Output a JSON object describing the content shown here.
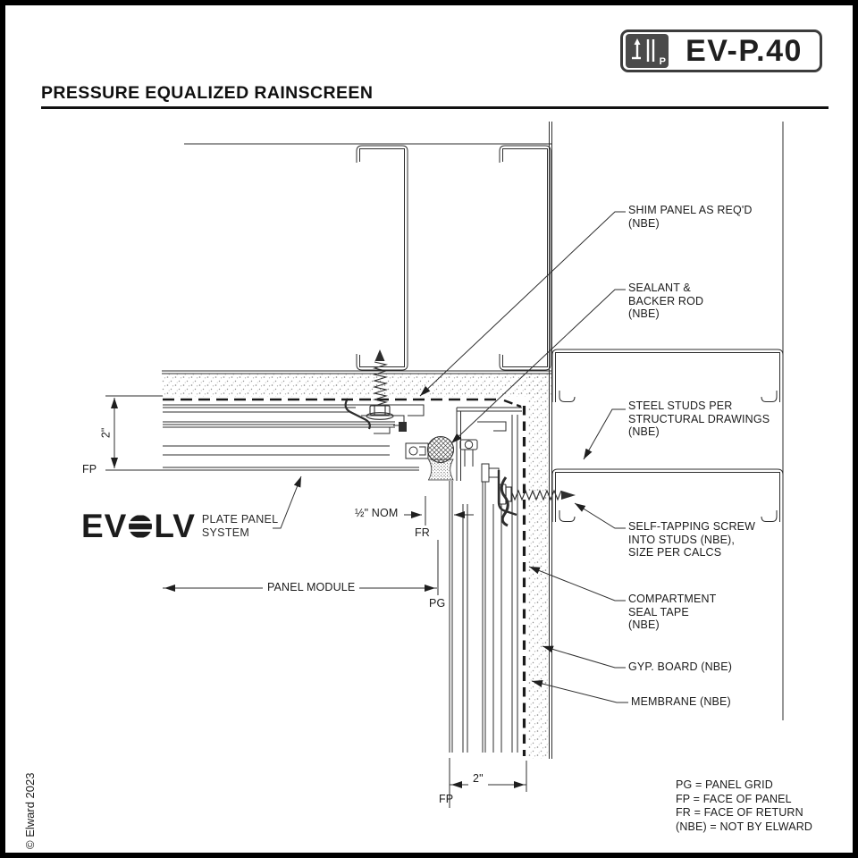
{
  "header": {
    "badge": {
      "code": "EV-P.40",
      "icon": "plate-panel-icon",
      "icon_letter": "P"
    },
    "title": "PRESSURE EQUALIZED RAINSCREEN"
  },
  "brand": {
    "wordmark_left": "EV",
    "wordmark_right": "LV",
    "tagline_line1": "PLATE PANEL",
    "tagline_line2": "SYSTEM"
  },
  "callouts": {
    "shim_panel": "SHIM PANEL AS REQ'D\n(NBE)",
    "sealant": "SEALANT &\nBACKER ROD\n(NBE)",
    "steel_studs": "STEEL STUDS PER\nSTRUCTURAL DRAWINGS\n(NBE)",
    "self_tapping_screw": "SELF-TAPPING SCREW\nINTO STUDS (NBE),\nSIZE PER CALCS",
    "compartment_seal_tape": "COMPARTMENT\nSEAL TAPE\n(NBE)",
    "gyp_board": "GYP. BOARD (NBE)",
    "membrane": "MEMBRANE (NBE)",
    "panel_module": "PANEL MODULE"
  },
  "dimensions": {
    "left_depth": "2\"",
    "joint_width": "½\" NOM",
    "bottom_depth": "2\""
  },
  "reference_marks": {
    "fp_left": "FP",
    "fr": "FR",
    "pg": "PG",
    "fp_bottom": "FP"
  },
  "legend": {
    "lines": [
      "PG = PANEL GRID",
      "FP = FACE OF PANEL",
      "FR = FACE OF RETURN",
      "(NBE) = NOT BY ELWARD"
    ]
  },
  "footer": {
    "copyright": "© Elward 2023"
  },
  "colors": {
    "line": "#2e2e2e",
    "badge_dark": "#4a4a4a",
    "stipple": "#8a8a8a"
  }
}
